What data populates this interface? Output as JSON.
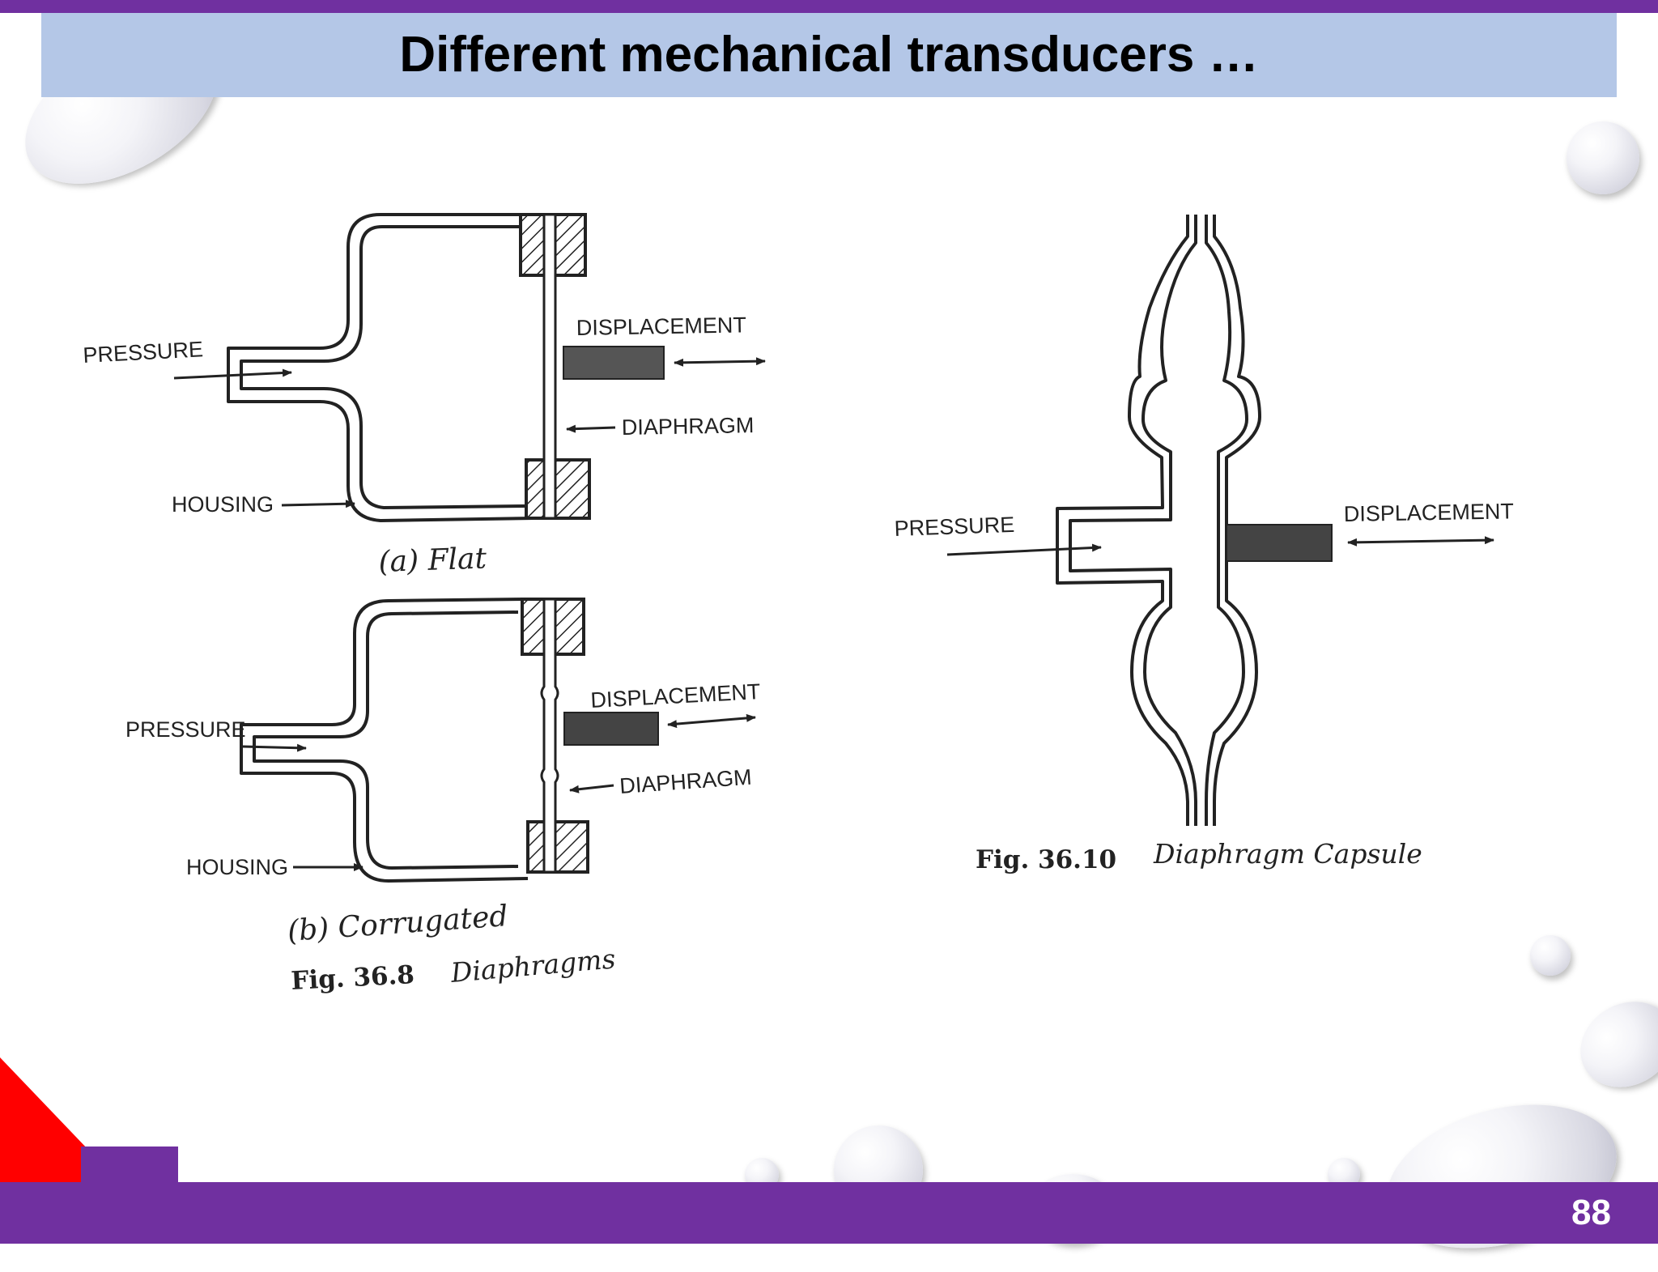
{
  "slide": {
    "title": "Different mechanical transducers …",
    "page_number": "88"
  },
  "fig_flat": {
    "pressure_label": "PRESSURE",
    "displacement_label": "DISPLACEMENT",
    "diaphragm_label": "DIAPHRAGM",
    "housing_label": "HOUSING",
    "caption": "(a) Flat"
  },
  "fig_corrugated": {
    "pressure_label": "PRESSURE",
    "displacement_label": "DISPLACEMENT",
    "diaphragm_label": "DIAPHRAGM",
    "housing_label": "HOUSING",
    "caption": "(b) Corrugated",
    "fig_number": "Fig. 36.8",
    "fig_title": "Diaphragms"
  },
  "fig_capsule": {
    "pressure_label": "PRESSURE",
    "displacement_label": "DISPLACEMENT",
    "fig_number": "Fig. 36.10",
    "fig_title": "Diaphragm Capsule"
  },
  "colors": {
    "accent_purple": "#7030a0",
    "title_bar": "#b4c7e7",
    "red_corner": "#ff0000"
  }
}
